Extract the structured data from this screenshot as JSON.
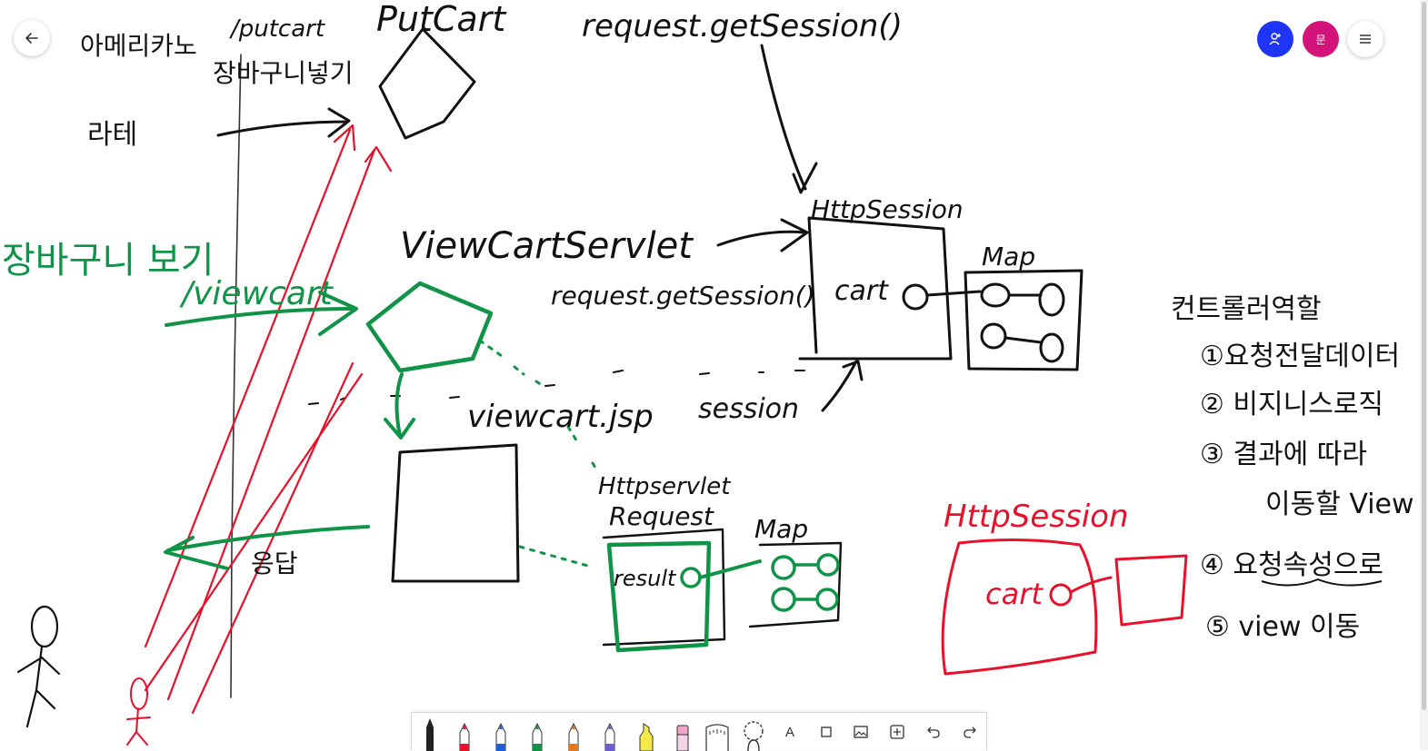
{
  "board": {
    "black_labels": {
      "ice_americano": "아메리카노",
      "putcart_path": "/putcart",
      "add_to_cart": "장바구니넣기",
      "latte": "라테",
      "putcart_servlet": "PutCart",
      "request_getsession_top": "request.getSession()",
      "httpsession": "HttpSession",
      "viewcart_servlet": "ViewCartServlet",
      "request_getsession_mid": "request.getSession()",
      "cart": "cart",
      "map_top": "Map",
      "viewcart_jsp": "viewcart.jsp",
      "session": "session",
      "httpservlet": "Httpservlet",
      "request": "Request",
      "result": "result",
      "map_bottom": "Map",
      "response": "응답"
    },
    "green_labels": {
      "view_cart": "장바구니 보기",
      "viewcart": "/viewcart"
    },
    "red_labels": {
      "httpsession": "HttpSession",
      "cart": "cart"
    },
    "controller_roles": {
      "title": "컨트롤러역할",
      "items": [
        "①요청전달데이터",
        "② 비지니스로직",
        "③ 결과에 따라",
        "이동할 View",
        "④ 요청속성으로",
        "⑤ view 이동"
      ]
    },
    "colors": {
      "ink": "#111111",
      "green": "#0f9447",
      "red": "#e8102a"
    }
  },
  "header": {
    "avatar_initial": "문",
    "back_icon": "arrow-left-icon",
    "user_icon": "add-user-icon",
    "menu_icon": "hamburger-menu-icon"
  },
  "toolbar": {
    "tools": [
      "pen-black",
      "pen-red",
      "pen-blue",
      "pen-green",
      "pen-orange",
      "pen-purple",
      "highlighter",
      "eraser",
      "ruler",
      "lasso",
      "text",
      "shape",
      "image",
      "add",
      "undo",
      "redo"
    ],
    "text_tool_label": "A"
  }
}
